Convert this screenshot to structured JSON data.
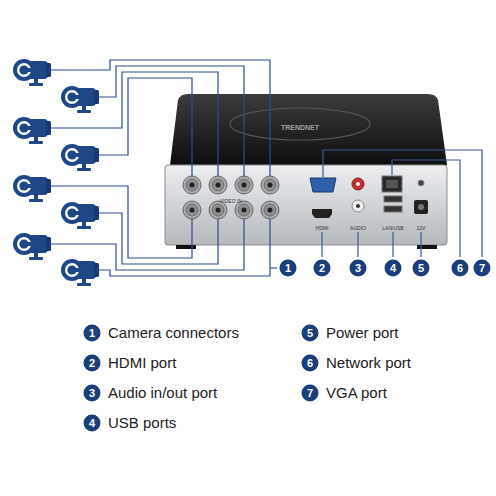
{
  "diagram": {
    "nodes": [
      {
        "text": [
          "1"
        ]
      },
      {
        "text": [
          "2"
        ]
      },
      {
        "text": [
          "3"
        ]
      },
      {
        "text": [
          "4"
        ]
      },
      {
        "text": [
          "5"
        ]
      },
      {
        "text": [
          "6"
        ]
      },
      {
        "text": [
          "7"
        ]
      },
      {
        "text": [
          "1"
        ]
      },
      {
        "text": [
          "2"
        ]
      },
      {
        "text": [
          "3"
        ]
      },
      {
        "text": [
          "4"
        ]
      },
      {
        "text": [
          "5"
        ]
      },
      {
        "text": [
          "6"
        ]
      },
      {
        "text": [
          "7"
        ]
      }
    ],
    "labels": [
      "TRENDNET",
      "VIDEO IN",
      "HDMI",
      "AUDIO",
      "LAN/USB",
      "12V",
      "Camera connectors",
      "HDMI port",
      "Audio in/out port",
      "USB ports",
      "Power port",
      "Network port",
      "VGA port"
    ]
  }
}
